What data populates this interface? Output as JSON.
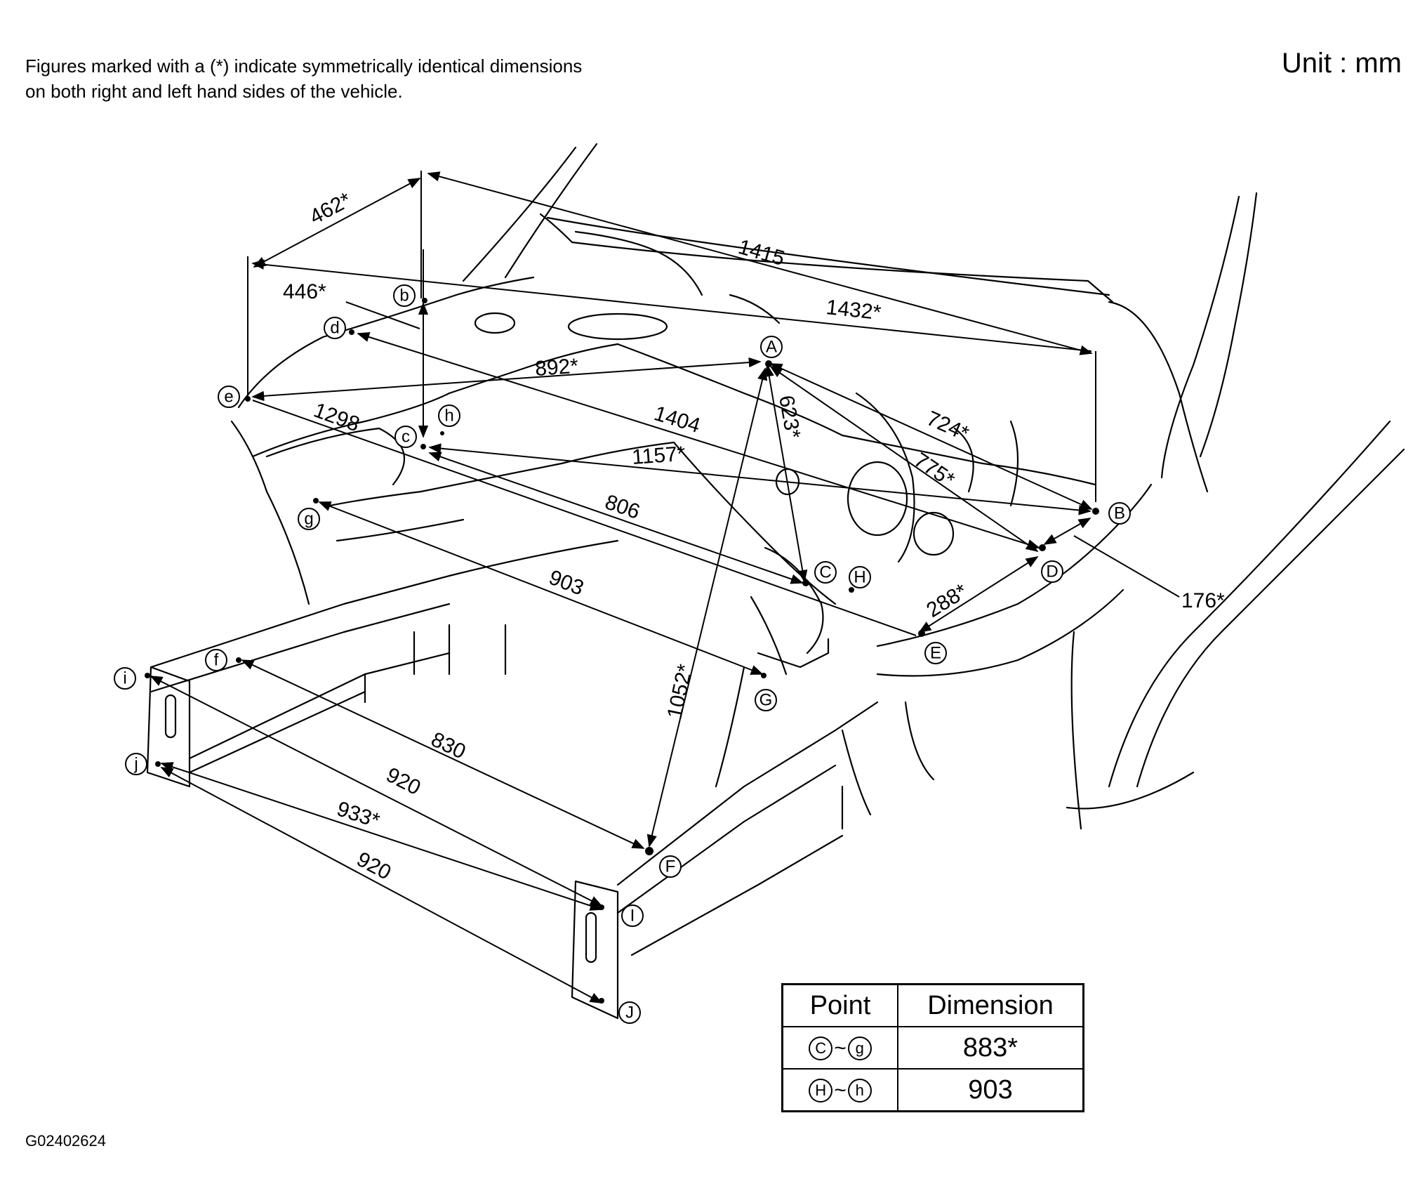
{
  "note": "Figures marked with a (*) indicate symmetrically identical dimensions on both right and left hand sides of the vehicle.",
  "unit": "Unit : mm",
  "figure_code": "G02402624",
  "points": {
    "A": "A",
    "B": "B",
    "C": "C",
    "D": "D",
    "E": "E",
    "F": "F",
    "G": "G",
    "H": "H",
    "I": "I",
    "J": "J",
    "b": "b",
    "c": "c",
    "d": "d",
    "e": "e",
    "f": "f",
    "g": "g",
    "h": "h",
    "i": "i",
    "j": "j"
  },
  "dimensions": {
    "d462": "462*",
    "d1415": "1415",
    "d446": "446*",
    "d1432": "1432*",
    "d892": "892*",
    "d1298": "1298",
    "d1404": "1404",
    "d623": "623*",
    "d724": "724*",
    "d775": "775*",
    "d1157": "1157*",
    "d806": "806",
    "d903": "903",
    "d288": "288*",
    "d176": "176*",
    "d830": "830",
    "d920a": "920",
    "d933": "933*",
    "d920b": "920",
    "d1052": "1052*"
  },
  "table": {
    "header_point": "Point",
    "header_dimension": "Dimension",
    "rows": [
      {
        "from": "C",
        "to": "g",
        "sep": "~",
        "value": "883*"
      },
      {
        "from": "H",
        "to": "h",
        "sep": "~",
        "value": "903"
      }
    ]
  }
}
